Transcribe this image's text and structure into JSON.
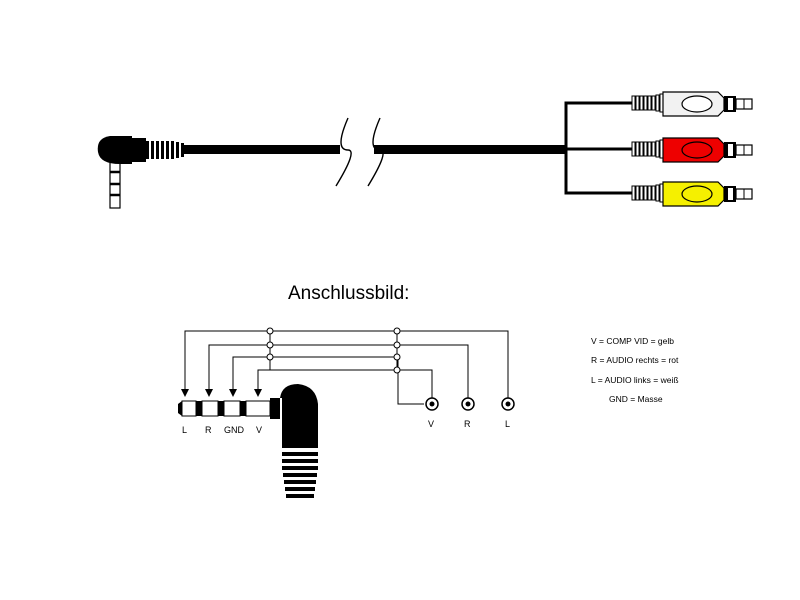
{
  "title": "Anschlussbild:",
  "plug_labels": [
    "L",
    "R",
    "GND",
    "V"
  ],
  "socket_labels": [
    "V",
    "R",
    "L"
  ],
  "legend": [
    "V = COMP VID = gelb",
    "R = AUDIO rechts = rot",
    "L = AUDIO links = weiß",
    "GND = Masse"
  ],
  "colors": {
    "rca_white": "#f2f2f2",
    "rca_red": "#ee0000",
    "rca_yellow": "#f5f000",
    "line": "#000000"
  }
}
